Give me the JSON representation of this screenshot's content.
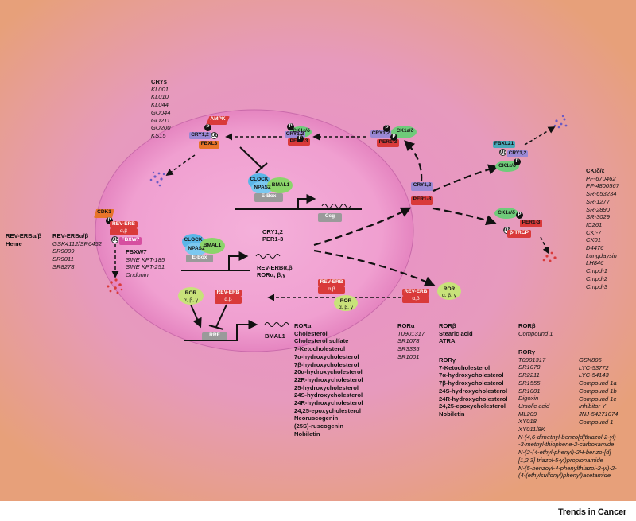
{
  "cry_inhibitors": {
    "title": "CRYs",
    "items": [
      "KL001",
      "KL010",
      "KL044",
      "GO044",
      "GO211",
      "GO200",
      "KS15"
    ]
  },
  "ck1_inhibitors": {
    "title": "CKIδ/ε",
    "items": [
      "PF-670462",
      "PF-4800567",
      "SR-653234",
      "SR-1277",
      "SR-2890",
      "SR-3029",
      "IC261",
      "CKI-7",
      "CK01",
      "D4476",
      "Longdaysin",
      "LH846",
      "Cmpd-1",
      "Cmpd-2",
      "Cmpd-3"
    ]
  },
  "reverb_left": {
    "heading_line1": "REV-ERBα/β",
    "heading_line2": "Heme",
    "ligand_title": "REV-ERBα/β",
    "items": [
      "GSK4112/SR6452",
      "SR9009",
      "SR9011",
      "SR8278"
    ]
  },
  "fbxw7": {
    "title": "FBXW7",
    "items": [
      "SINE KPT-185",
      "SINE KPT-251",
      "Ondonin"
    ]
  },
  "nucleus_texts": {
    "cry_per": "CRY1,2",
    "per": "PER1-3",
    "reverb": "REV-ERBα,β",
    "ror": "RORα, β,γ",
    "bmal1": "BMAL1"
  },
  "ror_alpha_endo": {
    "title": "RORα",
    "items": [
      "Cholesterol",
      "Cholesterol sulfate",
      "7-Ketocholesterol",
      "7α-hydroxycholesterol",
      "7β-hydroxycholesterol",
      "20α-hydroxycholesterol",
      "22R-hydroxycholesterol",
      "25-hydroxycholesterol",
      "24S-hydroxycholesterol",
      "24R-hydroxycholesterol",
      "24,25-epoxycholesterol",
      "Neoruscogenin",
      "(25S)-ruscogenin",
      "Nobiletin"
    ]
  },
  "ror_alpha_synth": {
    "title": "RORα",
    "items": [
      "T0901317",
      "SR1078",
      "SR3335",
      "SR1001"
    ]
  },
  "ror_beta_endo": {
    "title": "RORβ",
    "items": [
      "Stearic acid",
      "ATRA"
    ]
  },
  "ror_gamma_endo": {
    "title": "RORγ",
    "items": [
      "7-Ketocholesterol",
      "7α-hydroxycholesterol",
      "7β-hydroxycholesterol",
      "24S-hydroxycholesterol",
      "24R-hydroxycholesterol",
      "24,25-epoxycholesterol",
      "Nobiletin"
    ]
  },
  "ror_beta_synth": {
    "title": "RORβ",
    "items": [
      "Compound 1"
    ]
  },
  "ror_gamma_synth": {
    "title": "RORγ",
    "col1": [
      "T0901317",
      "SR1078",
      "SR2211",
      "SR1555",
      "SR1001",
      "Digoxin",
      "Ursolic acid",
      "ML209",
      "XY018",
      "XY011/8K"
    ],
    "col2": [
      "GSK805",
      "LYC-53772",
      "LYC-54143",
      "Compound 1a",
      "Compound 1b",
      "Compound 1c",
      "Inhibitor Y",
      "JNJ-54271074",
      "Compound 1"
    ],
    "long": [
      "N-(4,6-dimethyl-benzo[d]thiazol-2-yl)",
      "-3-methyl-thiophene-2-carboxamide",
      "N-(2-(4-ethyl-phenyl)-2H-benzo-[d]",
      "[1,2,3] triazol-5-yl)propionamide",
      "N-(5-benzoyl-4-phenylthiazol-2-yl)-2-",
      "(4-(ethylsulfonyl)phenyl)acetamide"
    ]
  },
  "proteins": {
    "ampk": "AMPK",
    "fbxl3": "FBXL3",
    "cry12": "CRY1,2",
    "per13": "PER1-3",
    "ck1": "CK1ε/δ",
    "clock": "CLOCK",
    "npas2": "NPAS2",
    "bmal1": "BMAL1",
    "ebox": "E-Box",
    "ccg": "Ccg",
    "cdk1": "CDK1",
    "reverb": "REV-ERB",
    "reverb_ab": "α,β",
    "fbxw7": "FBXW7",
    "fbxl21": "FBXL21",
    "btrcp": "β-TRCP",
    "ror": "ROR",
    "ror_abg": "α, β, γ",
    "ror_ab": "α,β",
    "rre": "RRE",
    "p": "P",
    "ub": "Ub"
  },
  "footer": {
    "brand": "Trends in Cancer"
  },
  "colors": {
    "bg_outer": "#E9A078",
    "bg_pink": "#E68FC6",
    "nucleus": "#F2A8D4",
    "red_protein": "#D93A3A",
    "purple_protein": "#9A88D4",
    "green_protein": "#6FCB7A"
  }
}
